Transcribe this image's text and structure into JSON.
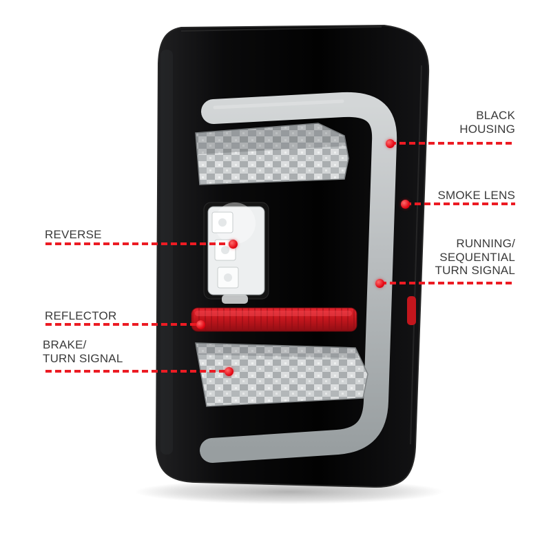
{
  "page": {
    "background": "#ffffff"
  },
  "diagram": {
    "subject": "tail-light",
    "accent_color": "#ec1b23",
    "label_color": "#3a3a3a",
    "callouts": [
      {
        "id": "black-housing",
        "label": "BLACK\nHOUSING",
        "side": "right"
      },
      {
        "id": "smoke-lens",
        "label": "SMOKE LENS",
        "side": "right"
      },
      {
        "id": "reverse",
        "label": "REVERSE",
        "side": "left"
      },
      {
        "id": "running-signal",
        "label": "RUNNING/\nSEQUENTIAL\nTURN SIGNAL",
        "side": "right"
      },
      {
        "id": "reflector",
        "label": "REFLECTOR",
        "side": "left"
      },
      {
        "id": "brake-signal",
        "label": "BRAKE/\nTURN SIGNAL",
        "side": "left"
      }
    ]
  }
}
